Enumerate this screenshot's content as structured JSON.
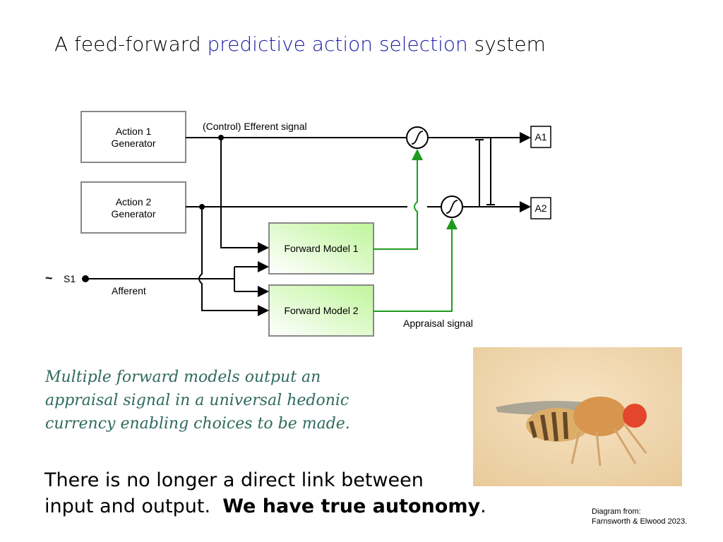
{
  "title": {
    "prefix": "A feed-forward ",
    "highlight": "predictive action selection",
    "suffix": " system",
    "highlight_color": "#1a1aa6"
  },
  "diagram": {
    "action1": [
      "Action 1",
      "Generator"
    ],
    "action2": [
      "Action 2",
      "Generator"
    ],
    "fm1": "Forward Model 1",
    "fm2": "Forward Model 2",
    "out1": "A1",
    "out2": "A2",
    "efferent": "(Control) Efferent signal",
    "afferent": "Afferent",
    "stimulus": "S1",
    "tilde": "~",
    "appraisal": "Appraisal signal",
    "appraisal_color": "#1e9a1e"
  },
  "note": "Multiple forward models output an appraisal signal in a universal hedonic currency enabling choices to be made.",
  "conclusion": {
    "line1": "There is no longer a direct link between",
    "line2_start": "input and output.  ",
    "line2_bold": "We have true autonomy",
    "line2_end": "."
  },
  "credit": {
    "line1": "Diagram from:",
    "line2": "Farnsworth & Elwood 2023."
  }
}
